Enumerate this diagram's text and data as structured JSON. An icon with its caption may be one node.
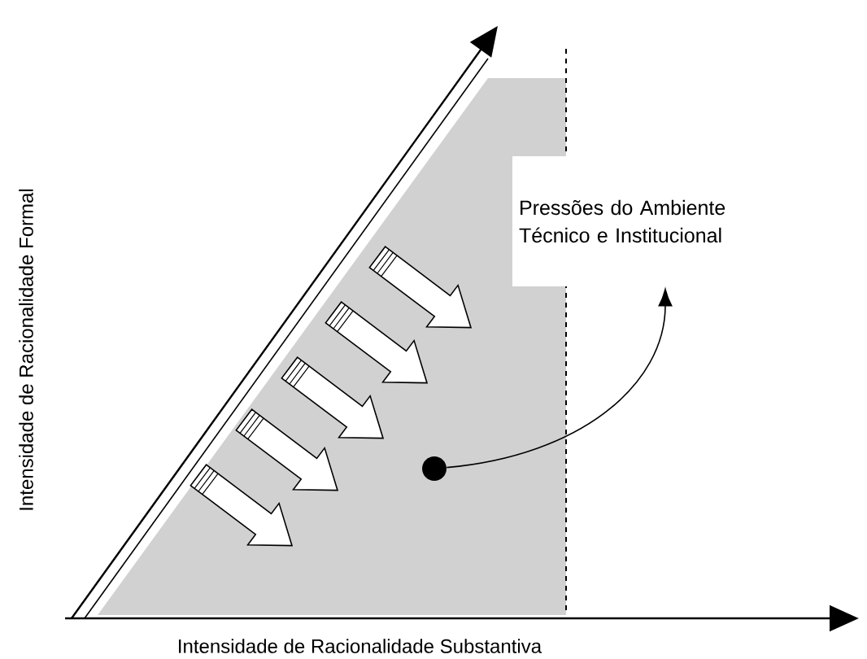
{
  "diagram": {
    "nodes": [
      {
        "text": [
          "Pressões do Ambiente Técnico e Institucional"
        ]
      },
      {
        "text": [],
        "shape": "circle"
      }
    ],
    "edges": [
      {
        "from": 1,
        "to": 0,
        "arrow": "to"
      }
    ],
    "labels": [
      "Intensidade de Racionalidade Formal",
      "Intensidade de Racionalidade Substantiva"
    ]
  }
}
